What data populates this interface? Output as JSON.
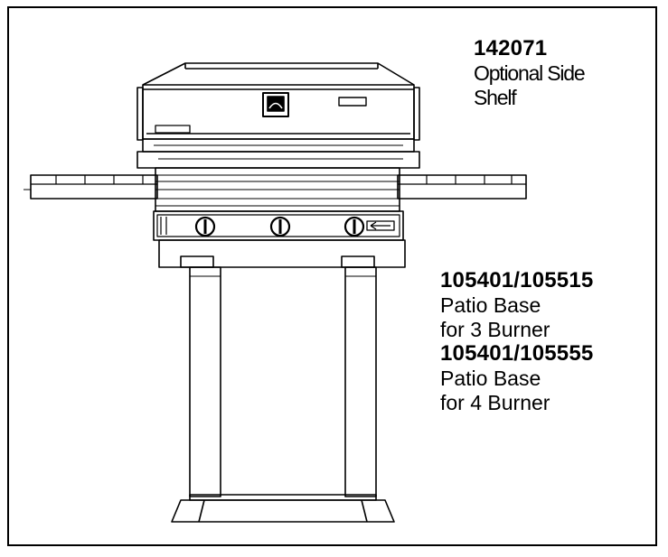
{
  "labels": {
    "side_shelf": {
      "part_number": "142071",
      "desc_line1": "Optional Side",
      "desc_line2": "Shelf"
    },
    "patio_base_3": {
      "part_number": "105401/105515",
      "desc_line1": "Patio Base",
      "desc_line2": "for 3 Burner"
    },
    "patio_base_4": {
      "part_number": "105401/105555",
      "desc_line1": "Patio Base",
      "desc_line2": "for 4 Burner"
    }
  }
}
